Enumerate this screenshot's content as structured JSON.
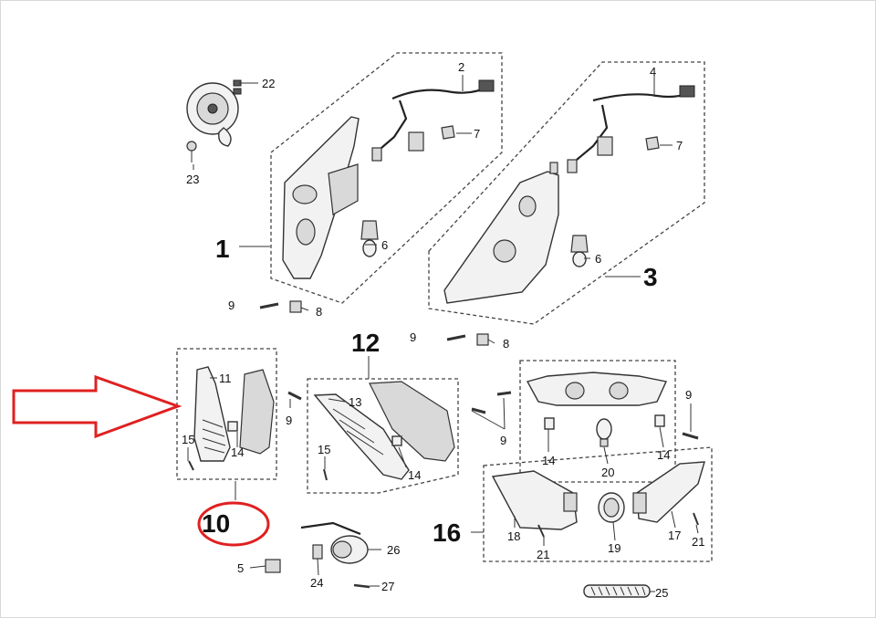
{
  "callouts": {
    "c1": "1",
    "c2": "2",
    "c3": "3",
    "c4": "4",
    "c5": "5",
    "c6a": "6",
    "c6b": "6",
    "c7a": "7",
    "c7b": "7",
    "c8a": "8",
    "c8b": "8",
    "c9a": "9",
    "c9b": "9",
    "c9c": "9",
    "c9d": "9",
    "c9e": "9",
    "c10": "10",
    "c11": "11",
    "c12": "12",
    "c13": "13",
    "c14a": "14",
    "c14b": "14",
    "c14c": "14",
    "c14d": "14",
    "c15a": "15",
    "c15b": "15",
    "c16": "16",
    "c17": "17",
    "c18": "18",
    "c19": "19",
    "c20": "20",
    "c21a": "21",
    "c21b": "21",
    "c22": "22",
    "c23": "23",
    "c24": "24",
    "c25": "25",
    "c26": "26",
    "c27": "27"
  },
  "highlight": {
    "arrow_color": "#e02020",
    "circle_color": "#e02020"
  }
}
